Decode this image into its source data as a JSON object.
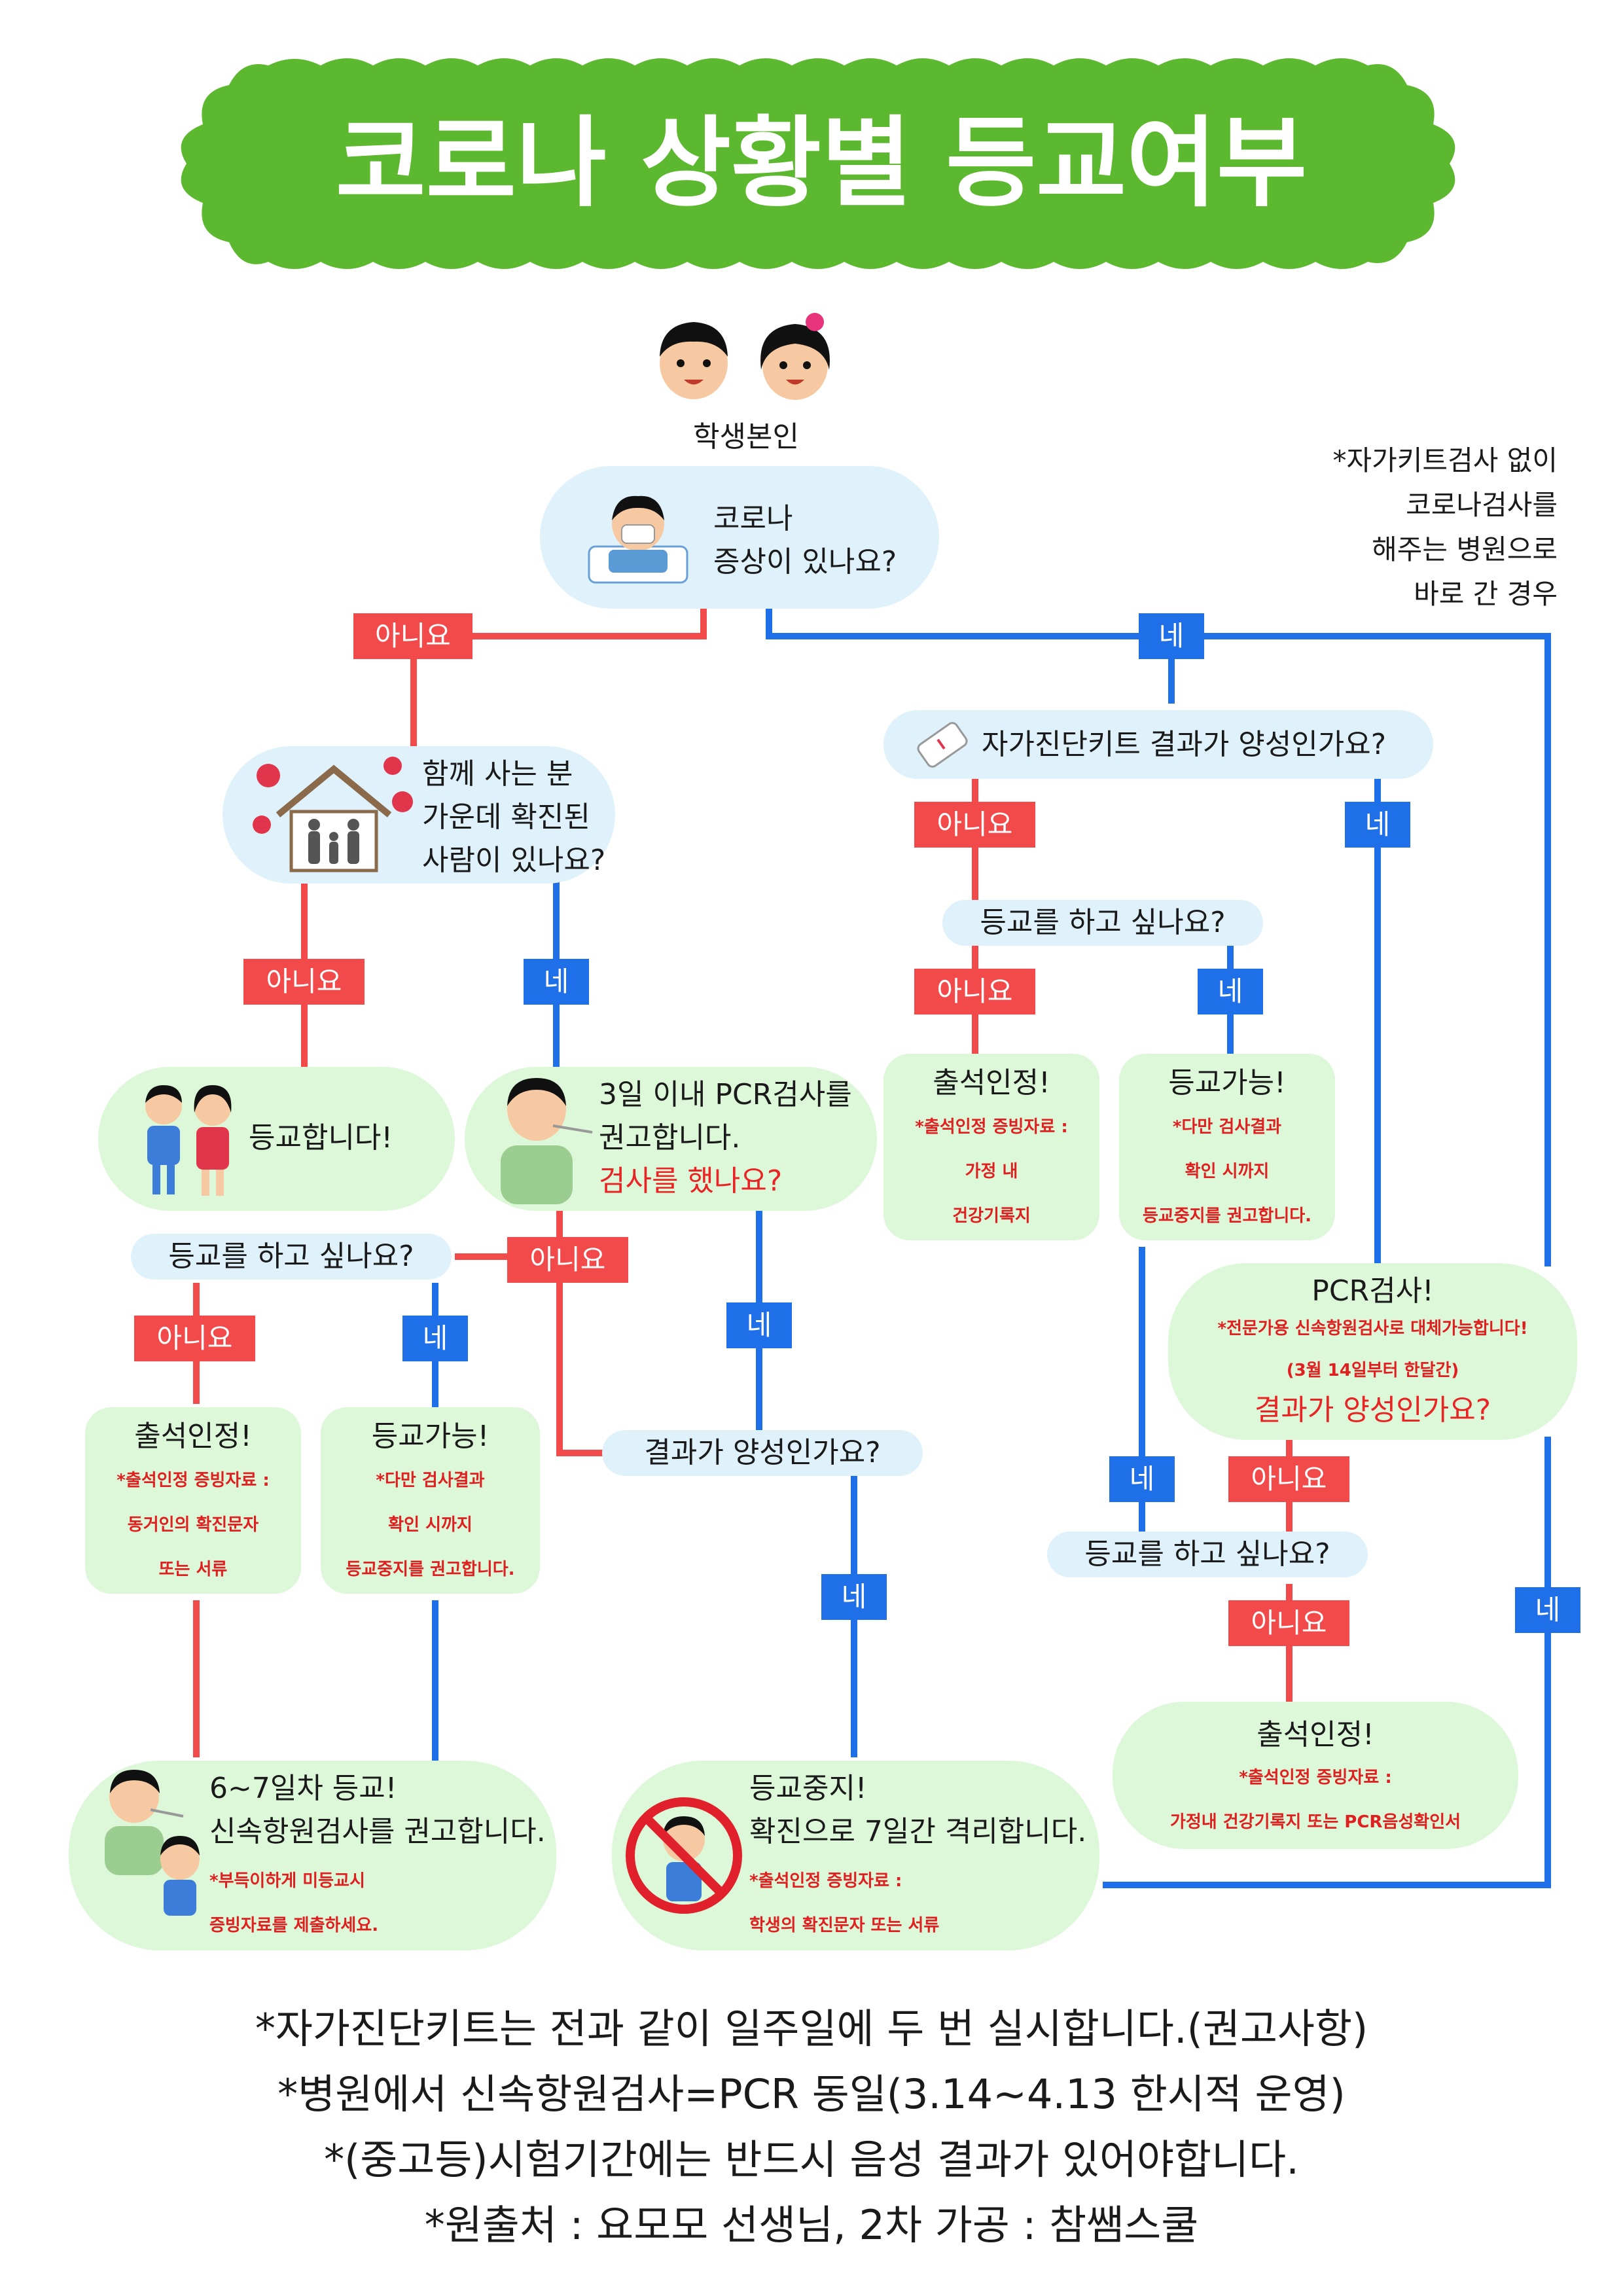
{
  "title": "코로나 상황별 등교여부",
  "top_label": "학생본인",
  "side_note": [
    "*자가키트검사 없이",
    "코로나검사를",
    "해주는 병원으로",
    "바로 간 경우"
  ],
  "q_symptom": [
    "코로나",
    "증상이 있나요?"
  ],
  "q_household": [
    "함께 사는 분",
    "가운데 확진된",
    "사람이 있나요?"
  ],
  "q_selfkit": "자가진단키트 결과가 양성인가요?",
  "q_want_school_right": "등교를 하고 싶나요?",
  "q_want_school_left": "등교를 하고 싶나요?",
  "q_want_school_mid": "등교를 하고 싶나요?",
  "go_school": "등교합니다!",
  "pcr_recommend": [
    "3일 이내 PCR검사를",
    "권고합니다."
  ],
  "pcr_done_q": "검사를 했나요?",
  "result_positive_q": "결과가 양성인가요?",
  "attend_kit": {
    "title": "출석인정!",
    "lines": [
      "*출석인정 증빙자료 :",
      "가정 내",
      "건강기록지"
    ]
  },
  "possible_kit": {
    "title": "등교가능!",
    "lines": [
      "*다만 검사결과",
      "확인 시까지",
      "등교중지를 권고합니다."
    ]
  },
  "attend_left": {
    "title": "출석인정!",
    "lines": [
      "*출석인정 증빙자료 :",
      "동거인의 확진문자",
      "또는 서류"
    ]
  },
  "possible_left": {
    "title": "등교가능!",
    "lines": [
      "*다만 검사결과",
      "확인 시까지",
      "등교중지를 권고합니다."
    ]
  },
  "pcr_node": {
    "title": "PCR검사!",
    "lines": [
      "*전문가용 신속항원검사로 대체가능합니다!",
      "(3월 14일부터 한달간)"
    ],
    "question": "결과가 양성인가요?"
  },
  "attend_right": {
    "title": "출석인정!",
    "lines": [
      "*출석인정 증빙자료 :",
      "가정내 건강기록지 또는 PCR음성확인서"
    ]
  },
  "day67": {
    "title": "6~7일차 등교!",
    "line2": "신속항원검사를 권고합니다.",
    "lines": [
      "*부득이하게 미등교시",
      "증빙자료를 제출하세요."
    ]
  },
  "stop": {
    "title": "등교중지!",
    "line2": "확진으로 7일간 격리합니다.",
    "lines": [
      "*출석인정 증빙자료 :",
      "학생의 확진문자 또는 서류"
    ]
  },
  "labels": {
    "no": "아니요",
    "yes": "네"
  },
  "footer": [
    "*자가진단키트는 전과 같이 일주일에 두 번 실시합니다.(권고사항)",
    "*병원에서 신속항원검사=PCR 동일(3.14~4.13 한시적 운영)",
    "*(중고등)시험기간에는 반드시 음성 결과가 있어야합니다.",
    "*원출처 : 요모모 선생님, 2차 가공 : 참쌤스쿨"
  ],
  "colors": {
    "green": "#5cb82e",
    "red": "#f24a4a",
    "blue": "#1e6fe8",
    "bubble_blue": "#dff1fb",
    "bubble_green": "#dcf8d9"
  }
}
